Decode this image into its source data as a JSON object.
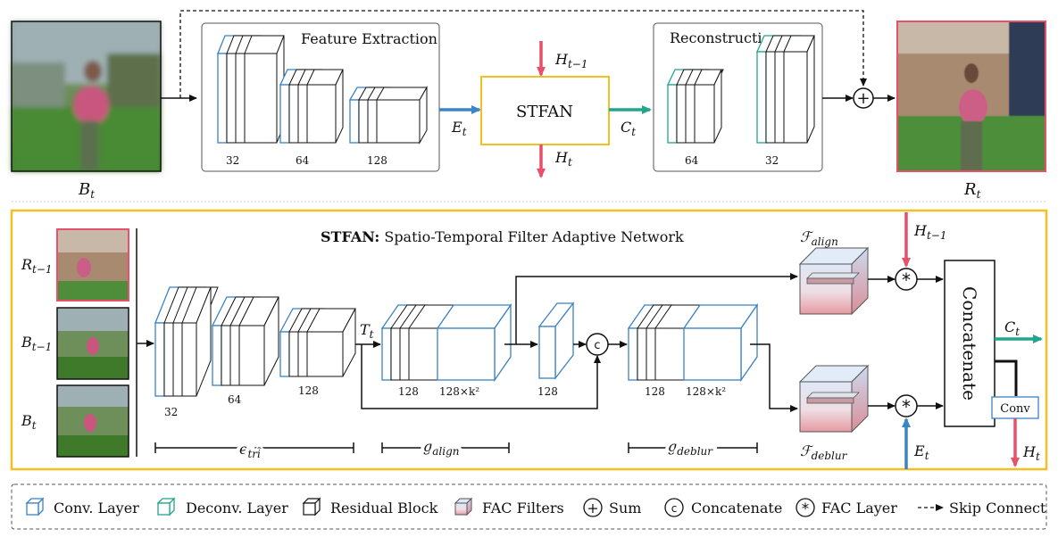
{
  "top": {
    "input_label": "B",
    "input_sub": "t",
    "output_label": "R",
    "output_sub": "t",
    "feature_extraction_title": "Feature Extraction",
    "feature_channels": [
      "32",
      "64",
      "128"
    ],
    "stfan_label": "STFAN",
    "h_in": "H",
    "h_in_sub": "t−1",
    "h_out": "H",
    "h_out_sub": "t",
    "e_label": "E",
    "e_sub": "t",
    "c_label": "C",
    "c_sub": "t",
    "reconstruction_title": "Reconstruction",
    "recon_channels": [
      "64",
      "32"
    ]
  },
  "stfan": {
    "title_bold": "STFAN:",
    "title_rest": " Spatio-Temporal Filter Adaptive Network",
    "inputs": [
      {
        "label": "R",
        "sub": "t−1"
      },
      {
        "label": "B",
        "sub": "t−1"
      },
      {
        "label": "B",
        "sub": "t"
      }
    ],
    "enc_channels": [
      "32",
      "64",
      "128"
    ],
    "t_label": "T",
    "t_sub": "t",
    "align_channels": [
      "128",
      "128×k²"
    ],
    "mid_channel": "128",
    "deblur_channels": [
      "128",
      "128×k²"
    ],
    "concat_symbol": "c",
    "fac_align": "ℱ",
    "fac_align_sub": "align",
    "fac_deblur": "ℱ",
    "fac_deblur_sub": "deblur",
    "h_in": "H",
    "h_in_sub": "t−1",
    "e_in": "E",
    "e_sub": "t",
    "concatenate": "Concatenate",
    "c_out": "C",
    "c_sub": "t",
    "conv": "Conv",
    "h_out": "H",
    "h_out_sub": "t",
    "brace_e": "e",
    "brace_e_sub": "tri",
    "brace_g1": "g",
    "brace_g1_sub": "align",
    "brace_g2": "g",
    "brace_g2_sub": "deblur"
  },
  "legend": {
    "items": [
      "Conv. Layer",
      "Deconv. Layer",
      "Residual Block",
      "FAC Filters",
      "Sum",
      "Concatenate",
      "FAC Layer",
      "Skip Connect"
    ],
    "sum_symbol": "+",
    "concat_symbol": "c",
    "fac_symbol": "*"
  },
  "colors": {
    "conv": "#3b82c4",
    "deconv": "#22a58a",
    "red_arrow": "#e8506a",
    "blue_arrow": "#3a85c8",
    "green_arrow": "#22a58a",
    "stfan_border": "#f3c024",
    "image_border_red": "#e8506a"
  }
}
